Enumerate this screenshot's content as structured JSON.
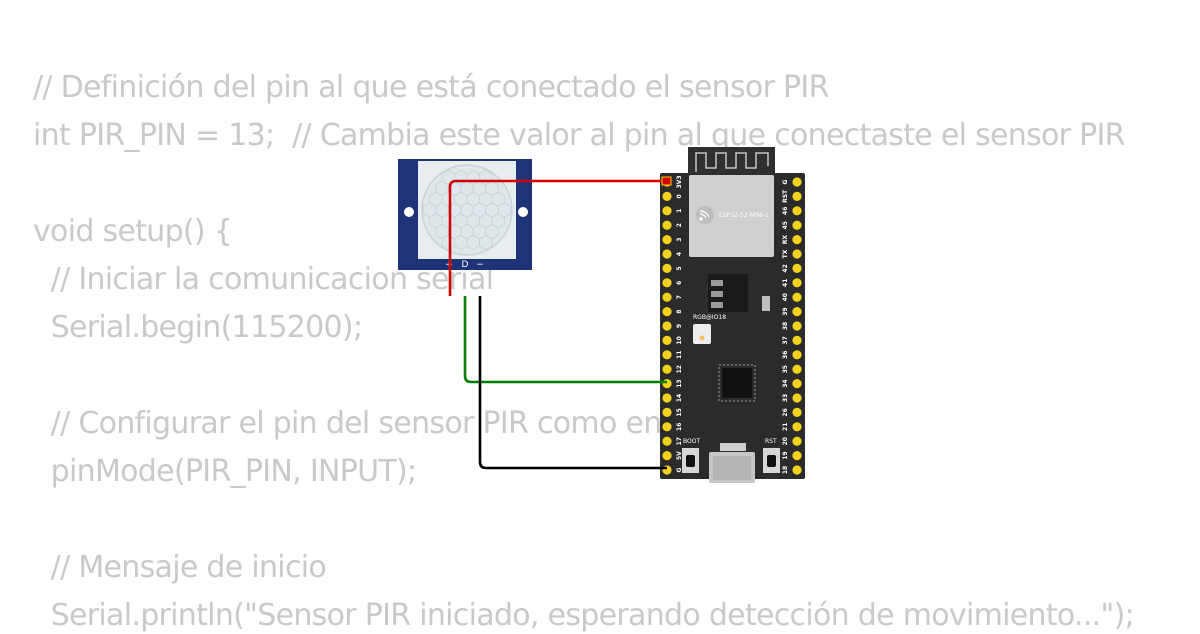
{
  "code": {
    "lines": [
      "// Definición del pin al que está conectado el sensor PIR",
      "int PIR_PIN = 13;  // Cambia este valor al pin al que conectaste el sensor PIR",
      "",
      "void setup() {",
      "  // Iniciar la comunicacion serial",
      "  Serial.begin(115200);",
      "",
      "  // Configurar el pin del sensor PIR como entrada",
      "  pinMode(PIR_PIN, INPUT);",
      "",
      "  // Mensaje de inicio",
      "  Serial.println(\"Sensor PIR iniciado, esperando detección de movimiento...\");"
    ]
  },
  "pir_sensor": {
    "pin_labels": [
      "+",
      "D",
      "−"
    ],
    "color": "#1f3478"
  },
  "board": {
    "module_label": "ESP32-S2-MINI-1",
    "led_label": "RGB@IO18",
    "boot_label": "BOOT",
    "rst_label": "RST",
    "left_pins": [
      "3V3",
      "0",
      "1",
      "2",
      "3",
      "4",
      "5",
      "6",
      "7",
      "8",
      "9",
      "10",
      "11",
      "12",
      "13",
      "14",
      "15",
      "16",
      "17",
      "5V",
      "G"
    ],
    "right_pins": [
      "G",
      "RST",
      "46",
      "45",
      "RX",
      "TX",
      "42",
      "41",
      "40",
      "39",
      "38",
      "37",
      "36",
      "35",
      "34",
      "33",
      "26",
      "21",
      "20",
      "19",
      "18"
    ],
    "color": "#2b2b2b",
    "pin_color": "#f2d21b"
  },
  "wires": [
    {
      "name": "power",
      "from": "+",
      "to": "3V3",
      "color": "#d40000"
    },
    {
      "name": "signal",
      "from": "D",
      "to": "13",
      "color": "#008000"
    },
    {
      "name": "ground",
      "from": "−",
      "to": "G",
      "color": "#000000"
    }
  ]
}
